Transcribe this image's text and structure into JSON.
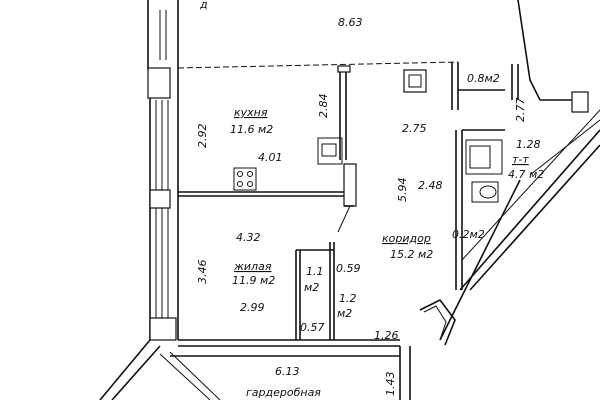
{
  "rooms": {
    "kitchen": {
      "name": "кухня",
      "area": "11.6 м2"
    },
    "living": {
      "name": "жилая",
      "area": "11.9 м2"
    },
    "corridor": {
      "name": "коридор",
      "area": "15.2 м2"
    },
    "toilet": {
      "name": "т-т",
      "area": "4.7 м2",
      "prefix": "1.28"
    },
    "wardrobe": {
      "name": "гардеробная"
    },
    "small_a": {
      "area_top": "1.1",
      "area_bottom": "м2"
    },
    "small_b": {
      "area_top": "1.2",
      "area_bottom": "м2"
    },
    "niche_top": {
      "area": "0.8м2"
    },
    "niche_mid": {
      "area": "0.2м2"
    }
  },
  "dimensions": {
    "top_room": "8.63",
    "kitchen_height": "2.92",
    "kitchen_inner": "2.84",
    "kitchen_width": "4.01",
    "corridor_upper": "2.75",
    "niche_height": "2.77",
    "corridor_height": "5.94",
    "corridor_width": "2.48",
    "living_width": "4.32",
    "living_height": "3.46",
    "small_width": "0.59",
    "living_bottom": "2.99",
    "small_bottom": "0.57",
    "passage": "1.26",
    "wardrobe_width": "6.13",
    "wardrobe_height": "1.43",
    "top_partial": "д"
  }
}
